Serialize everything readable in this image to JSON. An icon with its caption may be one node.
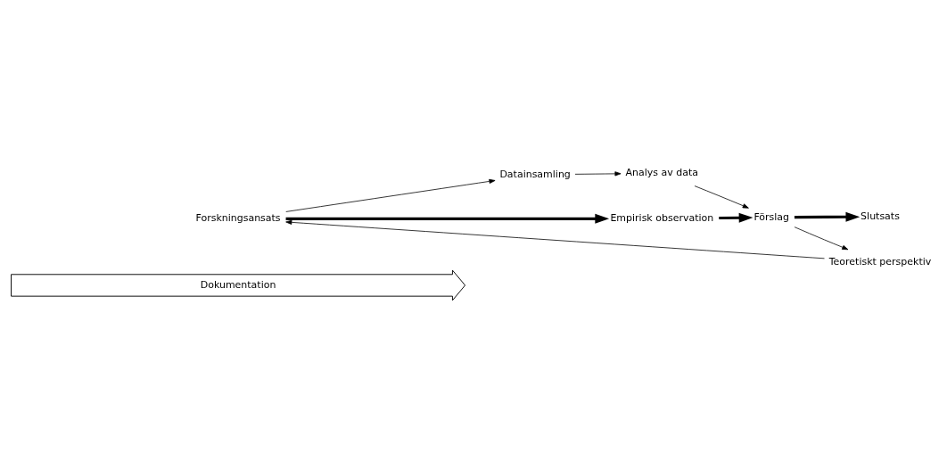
{
  "diagram": {
    "nodes": [
      {
        "text": [
          "Forskningsansats"
        ]
      },
      {
        "text": [
          "Datainsamling"
        ]
      },
      {
        "text": [
          "Empirisk observation"
        ]
      },
      {
        "text": [
          "Analys av data"
        ]
      },
      {
        "text": [
          "Teoretiskt perspektiv"
        ]
      },
      {
        "text": [
          "Förslag"
        ]
      },
      {
        "text": [
          "Slutsats"
        ]
      },
      {
        "text": [
          "Dokumentation"
        ]
      }
    ],
    "edges": [
      {
        "from": 0,
        "to": 1,
        "arrow": "to"
      },
      {
        "from": 1,
        "to": 3,
        "arrow": "to"
      },
      {
        "from": 3,
        "to": 5,
        "arrow": "to"
      },
      {
        "from": 0,
        "to": 2,
        "arrow": "to",
        "style": "thick"
      },
      {
        "from": 2,
        "to": 5,
        "arrow": "to",
        "style": "thick"
      },
      {
        "from": 5,
        "to": 6,
        "arrow": "to",
        "style": "thick"
      },
      {
        "from": 5,
        "to": 4,
        "arrow": "to"
      },
      {
        "from": 4,
        "to": 0,
        "arrow": "to"
      }
    ]
  }
}
